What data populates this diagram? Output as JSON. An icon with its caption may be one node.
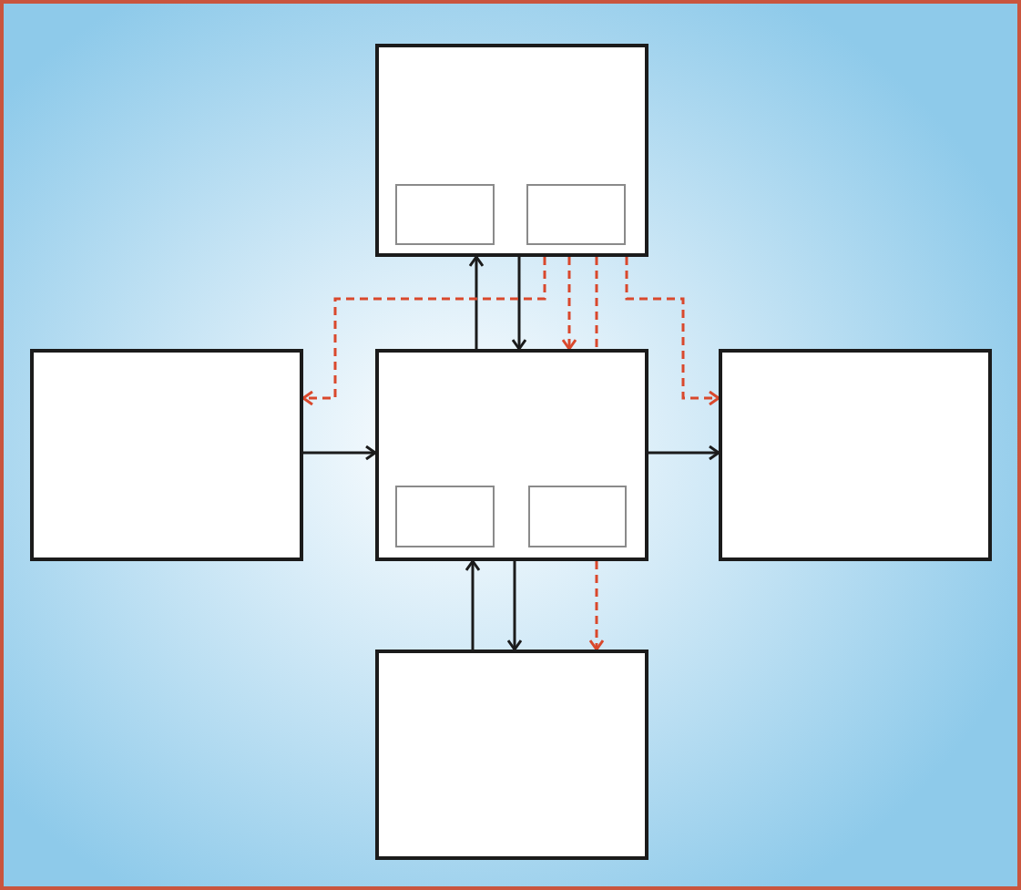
{
  "diagram": {
    "nodes": [
      {
        "text": [],
        "shape": "box"
      },
      {
        "text": [],
        "shape": "box",
        "in": 0
      },
      {
        "text": [],
        "shape": "box",
        "in": 0
      },
      {
        "text": [],
        "shape": "box"
      },
      {
        "text": [],
        "shape": "box"
      },
      {
        "text": [],
        "shape": "box",
        "in": 4
      },
      {
        "text": [],
        "shape": "box",
        "in": 4
      },
      {
        "text": [],
        "shape": "box"
      },
      {
        "text": [],
        "shape": "box"
      }
    ],
    "edges": [
      {
        "from": 4,
        "to": 0,
        "arrow": "to"
      },
      {
        "from": 0,
        "to": 4,
        "arrow": "to"
      },
      {
        "from": 0,
        "to": 3,
        "arrow": "to",
        "style": "dashed",
        "color": "#d9482c"
      },
      {
        "from": 0,
        "to": 4,
        "arrow": "to",
        "style": "dashed",
        "color": "#d9482c"
      },
      {
        "from": 0,
        "to": 4,
        "arrow": "none",
        "style": "dashed",
        "color": "#d9482c"
      },
      {
        "from": 0,
        "to": 7,
        "arrow": "to",
        "style": "dashed",
        "color": "#d9482c"
      },
      {
        "from": 3,
        "to": 4,
        "arrow": "to"
      },
      {
        "from": 4,
        "to": 7,
        "arrow": "to"
      },
      {
        "from": 8,
        "to": 4,
        "arrow": "to"
      },
      {
        "from": 4,
        "to": 8,
        "arrow": "to"
      },
      {
        "from": 4,
        "to": 8,
        "arrow": "to",
        "style": "dashed",
        "color": "#d9482c"
      }
    ]
  }
}
